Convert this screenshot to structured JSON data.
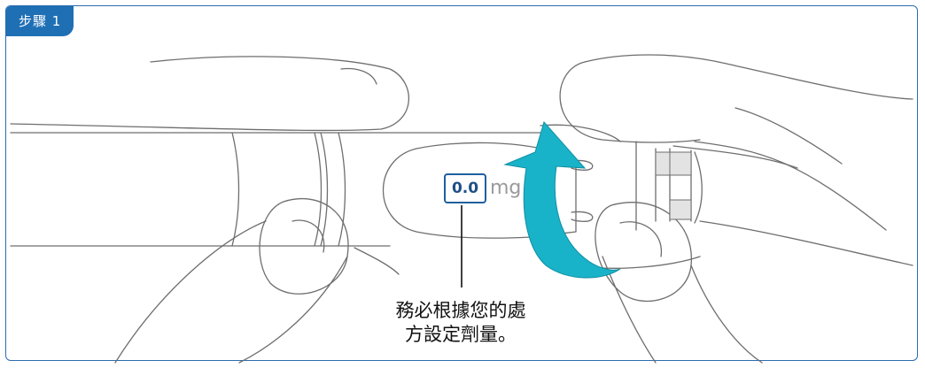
{
  "step_label": "步驟 1",
  "dose_value": "0.0",
  "dose_unit": "mg",
  "instruction_line1": "務必根據您的處",
  "instruction_line2": "方設定劑量。",
  "colors": {
    "frame": "#2b6cb0",
    "tab": "#1f6fb5",
    "arrow": "#19b3c9",
    "line": "#6b6b6b"
  }
}
